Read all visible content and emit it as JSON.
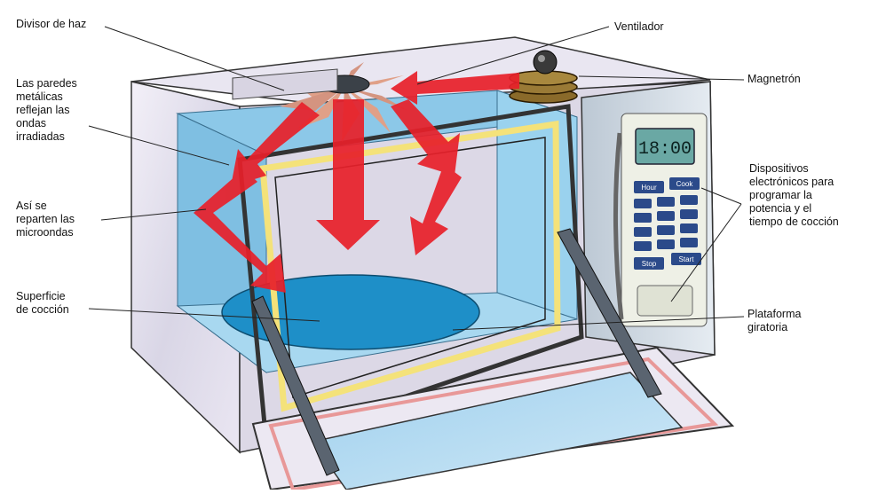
{
  "labels": {
    "beam_splitter": "Divisor de haz",
    "fan": "Ventilador",
    "magnetron": "Magnetrón",
    "walls": "Las paredes\nmetálicas\nreflejan las\nondas\nirradiadas",
    "distribution": "Así se\nreparten las\nmicroondas",
    "cooking_surface": "Superficie\nde cocción",
    "electronics": "Dispositivos\nelectrónicos para\nprogramar la\npotencia y el\ntiempo de cocción",
    "turntable": "Plataforma\ngiratoria"
  },
  "panel": {
    "display": "18:00",
    "btn_left": "Hour",
    "btn_right": "Cook",
    "btn_bottom_left": "Stop",
    "btn_bottom_right": "Start"
  },
  "colors": {
    "cavity": "#8cc8e8",
    "turntable": "#1e8fc8",
    "arrows": "#e8202a",
    "door_frame": "#f4e27a",
    "display": "#6aa8a4"
  }
}
